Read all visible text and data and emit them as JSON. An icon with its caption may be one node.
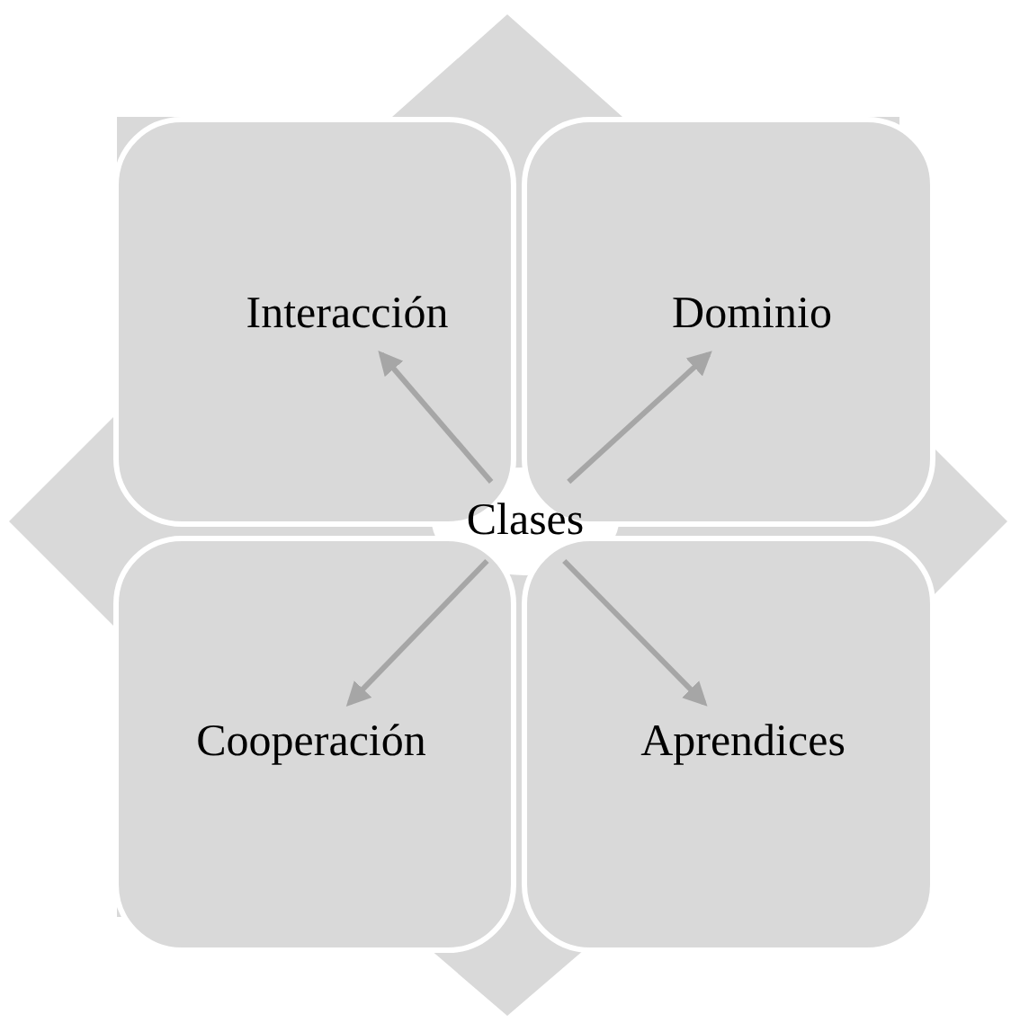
{
  "diagram": {
    "nodes": [
      {
        "text": [
          "Interacción"
        ]
      },
      {
        "text": [
          "Dominio"
        ]
      },
      {
        "text": [
          "Clases"
        ]
      },
      {
        "text": [
          "Cooperación"
        ]
      },
      {
        "text": [
          "Aprendices"
        ]
      }
    ],
    "edges": [
      {
        "from": 2,
        "to": 0,
        "arrow": "to"
      },
      {
        "from": 2,
        "to": 1,
        "arrow": "to"
      },
      {
        "from": 2,
        "to": 3,
        "arrow": "to"
      },
      {
        "from": 2,
        "to": 4,
        "arrow": "to"
      }
    ]
  }
}
